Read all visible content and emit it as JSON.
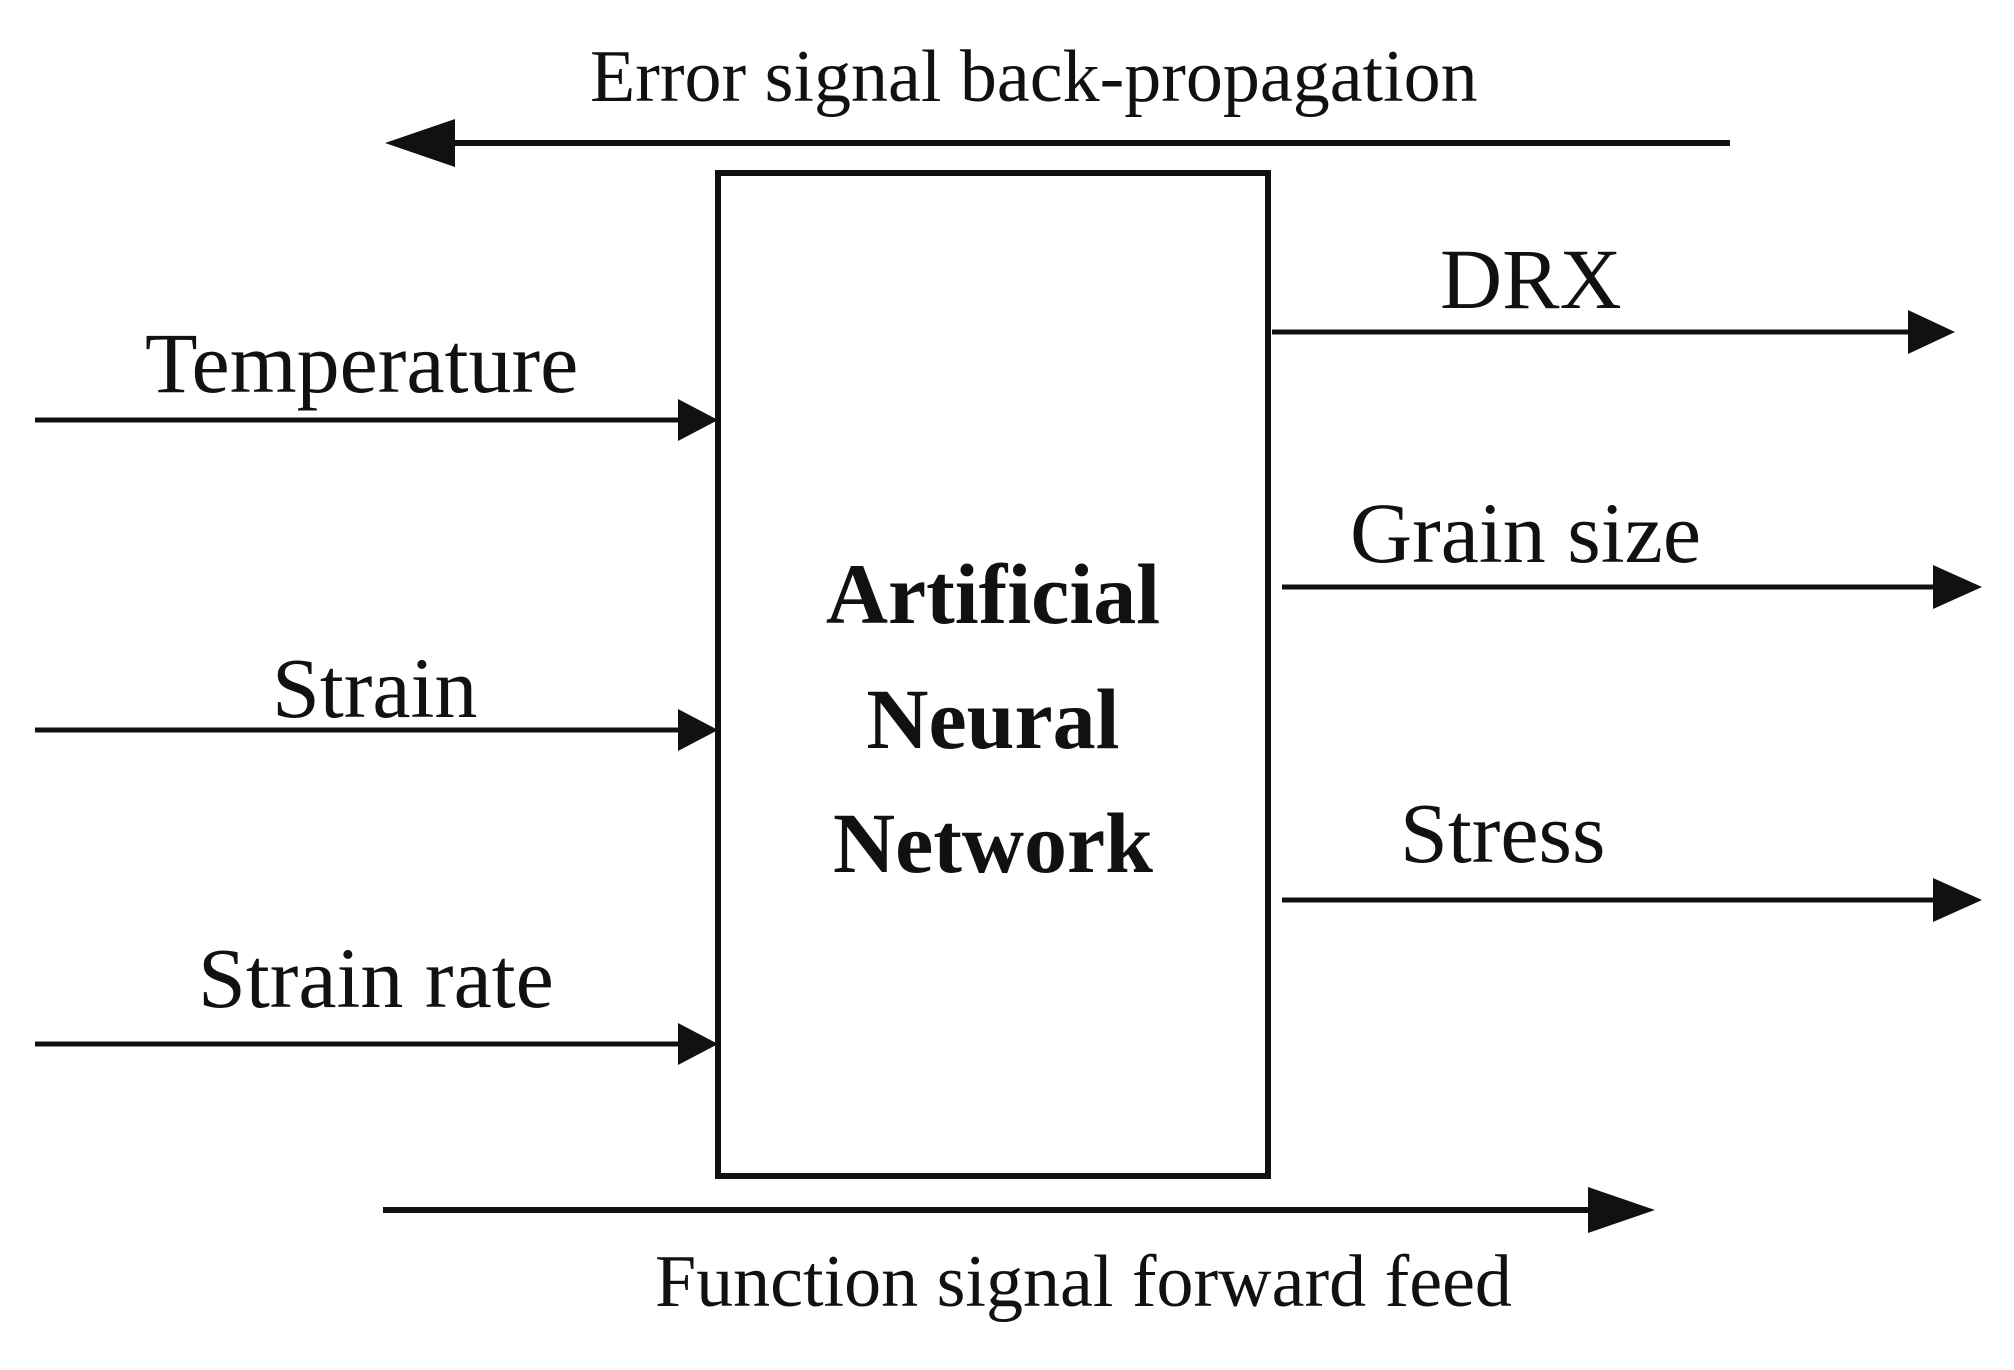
{
  "diagram": {
    "top_label": "Error signal back-propagation",
    "bottom_label": "Function signal forward feed",
    "box_title_lines": [
      "Artificial",
      "Neural",
      "Network"
    ],
    "inputs": [
      "Temperature",
      "Strain",
      "Strain rate"
    ],
    "outputs": [
      "DRX",
      "Grain size",
      "Stress"
    ]
  }
}
